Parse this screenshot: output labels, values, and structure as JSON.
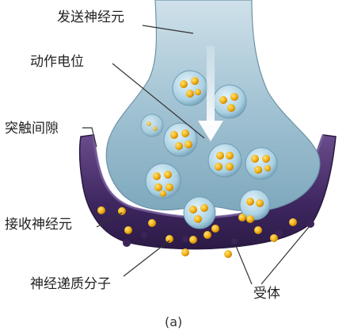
{
  "labels": {
    "presynaptic_neuron": "发送神经元",
    "action_potential": "动作电位",
    "synaptic_cleft": "突触间隙",
    "postsynaptic_neuron": "接收神经元",
    "neurotransmitter": "神经递质分子",
    "receptor": "受体",
    "caption": "(a)"
  },
  "colors": {
    "presynaptic_body": "#8fb6c8",
    "postsynaptic_body": "#4a2f6a",
    "vesicle": "#b9dcea",
    "molecule": "#f2b214",
    "arrow": "#ffffff",
    "leader_line": "#333333"
  }
}
